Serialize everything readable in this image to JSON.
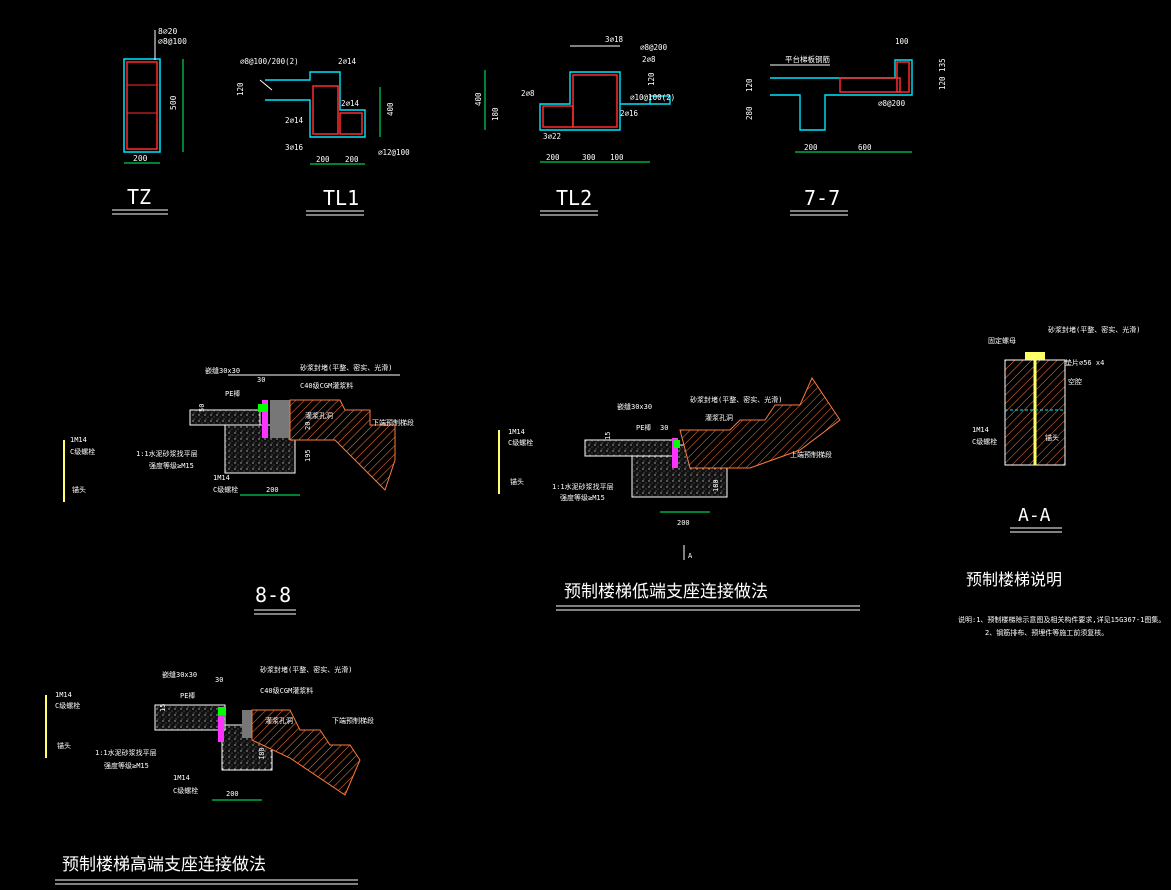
{
  "colors": {
    "background": "#000000",
    "line": "#ffffff",
    "section": "#00e5ff",
    "rebar": "#ff2a2a",
    "dimension": "#00ff66",
    "annotation": "#ffff66",
    "hatch": "#ff7a3a",
    "accent_green": "#00ff00",
    "accent_magenta": "#ff33ff"
  },
  "sections": {
    "tz": {
      "title": "TZ",
      "top_bars": "8⌀20",
      "stirrup": "⌀8@100",
      "dim_height": "500",
      "dim_width": "200"
    },
    "tl1": {
      "title": "TL1",
      "stirrup": "⌀8@100/200(2)",
      "top_bars": "2⌀14",
      "left_bars": "2⌀14",
      "right_bars": "2⌀14",
      "bottom_bars": "3⌀16",
      "side_stirrup": "⌀12@100",
      "dim_120": "120",
      "dim_400": "400",
      "dim_200": "200",
      "dim_200b": "200"
    },
    "tl2": {
      "title": "TL2",
      "top_bars": "3⌀18",
      "bottom_bars": "3⌀22",
      "left_bars": "2⌀8",
      "stirrup_top": "⌀8@200",
      "bars_2_8": "2⌀8",
      "stirrup_main": "⌀10@100(2)",
      "right_bars": "2⌀16",
      "dim_400": "400",
      "dim_180": "180",
      "dim_120": "120",
      "dim_200": "200",
      "dim_300": "300",
      "dim_100": "100"
    },
    "s77": {
      "title": "7-7",
      "note": "平台梯板钢筋",
      "dim_100": "100",
      "dim_120_135": "120 135",
      "dim_120": "120",
      "dim_280": "280",
      "stirrup": "⌀8@200",
      "dim_200": "200",
      "dim_600": "600"
    },
    "s88": {
      "title": "8-8",
      "caulk": "嵌缝30x30",
      "pe": "PE棒",
      "dim_30": "30",
      "sealant": "砂浆封堵(平整、密实、光滑)",
      "grout": "C40级CGM灌浆料",
      "grout_hole": "灌浆孔洞",
      "lower_stair": "下端预制梯段",
      "mortar": "1:1水泥砂浆找平层",
      "strength": "强度等级≥M15",
      "bolt": "1M14",
      "bolt_type": "C级螺栓",
      "dim_200": "200",
      "dim_50": "50",
      "dim_195": "195",
      "dim_20": "20",
      "anchor_label": "1M14",
      "anchor_type": "C级螺栓",
      "anchor_end": "锚头"
    },
    "low": {
      "title": "预制楼梯低端支座连接做法",
      "caulk": "嵌缝30x30",
      "pe": "PE棒",
      "dim_30": "30",
      "sealant": "砂浆封堵(平整、密实、光滑)",
      "grout_hole": "灌浆孔洞",
      "upper_stair": "上端预制梯段",
      "mortar": "1:1水泥砂浆找平层",
      "strength": "强度等级≥M15",
      "dim_200": "200",
      "dim_180": "180",
      "dim_15": "15",
      "section_mark": "A",
      "anchor_label": "1M14",
      "anchor_type": "C级螺栓",
      "anchor_end": "锚头"
    },
    "high": {
      "title": "预制楼梯高端支座连接做法",
      "caulk": "嵌缝30x30",
      "pe": "PE棒",
      "dim_30": "30",
      "sealant": "砂浆封堵(平整、密实、光滑)",
      "grout": "C40级CGM灌浆料",
      "grout_hole": "灌浆孔洞",
      "lower_stair": "下端预制梯段",
      "mortar": "1:1水泥砂浆找平层",
      "strength": "强度等级≥M15",
      "bolt": "1M14",
      "bolt_type": "C级螺栓",
      "dim_200": "200",
      "dim_180": "180",
      "dim_15": "15",
      "anchor_label": "1M14",
      "anchor_type": "C级螺栓",
      "anchor_end": "锚头"
    },
    "aa": {
      "title": "A-A",
      "fixed_nut": "固定螺母",
      "sealant": "砂浆封堵(平整、密实、光滑)",
      "washer": "垫片⌀56 x4",
      "hole": "空腔",
      "bolt": "1M14",
      "bolt_type": "C级螺栓",
      "anchor_end": "锚头"
    }
  },
  "notes": {
    "title": "预制楼梯说明",
    "line1": "说明:1、预制楼梯除示意图及相关构件要求,详见15G367-1图集。",
    "line2": "2、钢筋排布、预埋件等施工前须复核。"
  }
}
